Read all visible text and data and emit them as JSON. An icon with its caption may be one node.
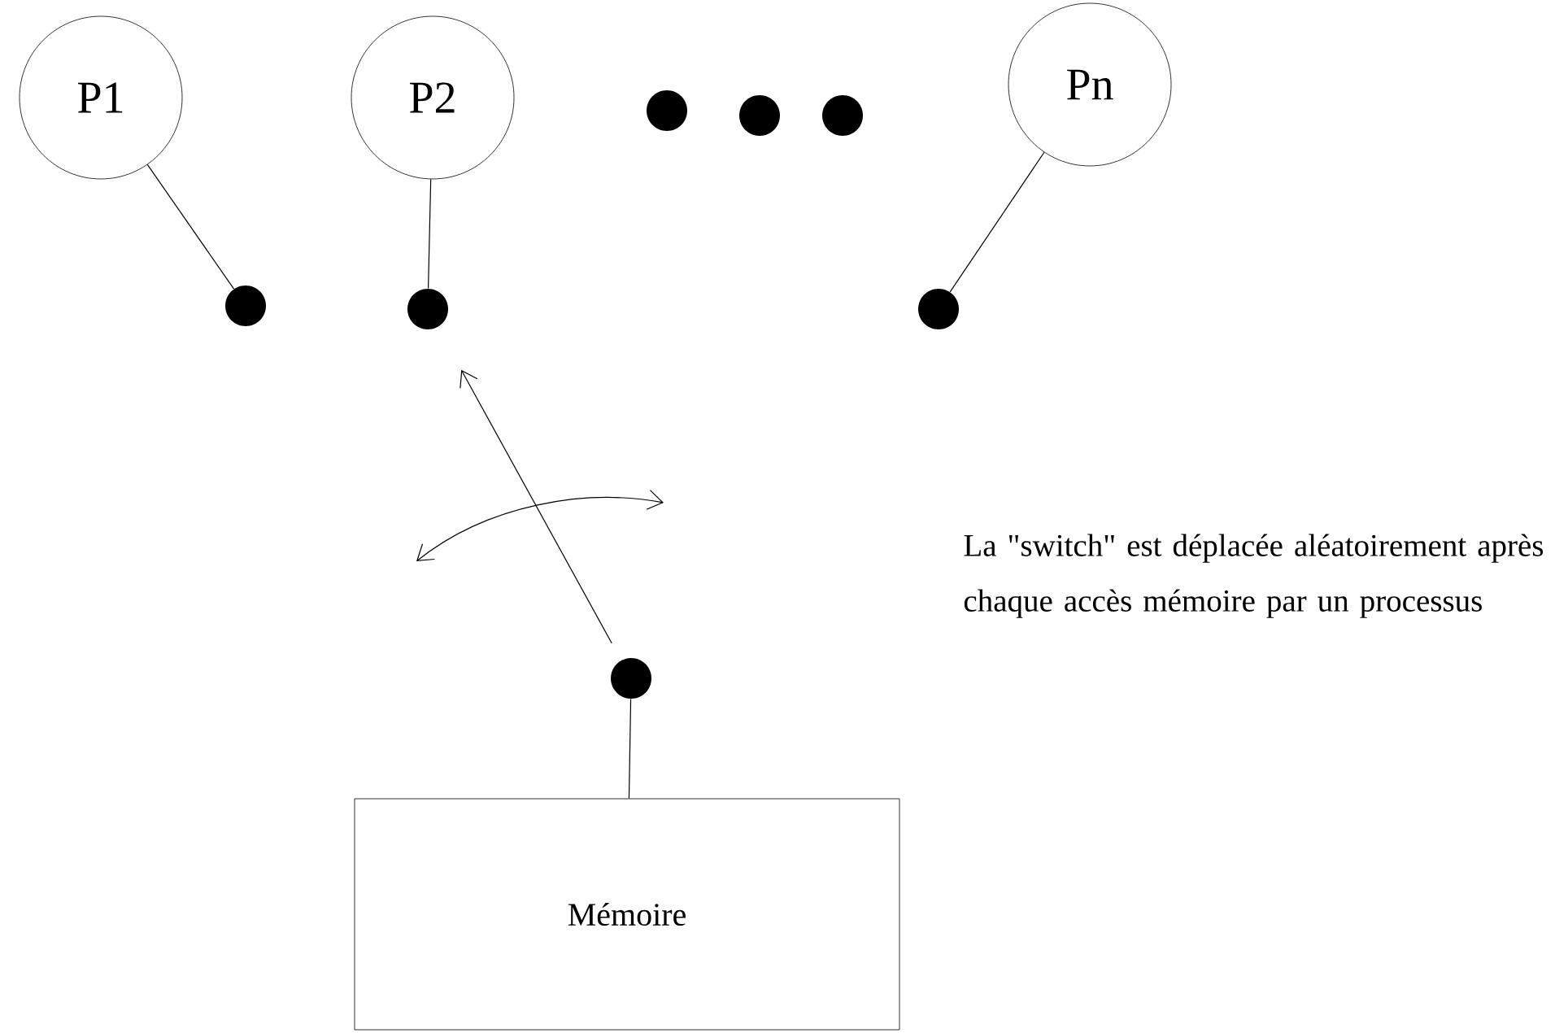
{
  "diagram": {
    "nodes": [
      {
        "text": [
          "P1"
        ]
      },
      {
        "text": [
          "P2"
        ]
      },
      {
        "text": [
          "Pn"
        ]
      },
      {
        "text": [],
        "shape": "circle"
      },
      {
        "text": [],
        "shape": "circle"
      },
      {
        "text": [],
        "shape": "circle"
      },
      {
        "text": [],
        "shape": "circle"
      },
      {
        "text": [
          "Mémoire"
        ]
      },
      {
        "text": [],
        "shape": "circle"
      },
      {
        "text": [],
        "shape": "circle"
      },
      {
        "text": [],
        "shape": "circle"
      }
    ],
    "edges": [
      {
        "from": 0,
        "to": 3,
        "arrow": "none"
      },
      {
        "from": 1,
        "to": 4,
        "arrow": "none"
      },
      {
        "from": 2,
        "to": 5,
        "arrow": "none"
      },
      {
        "from": 6,
        "to": 7,
        "arrow": "none"
      },
      {
        "from": 6,
        "to": 4,
        "arrow": "to"
      }
    ],
    "labels": [
      "La \"switch\" est déplacée aléatoirement après chaque accès mémoire par un processus"
    ]
  }
}
